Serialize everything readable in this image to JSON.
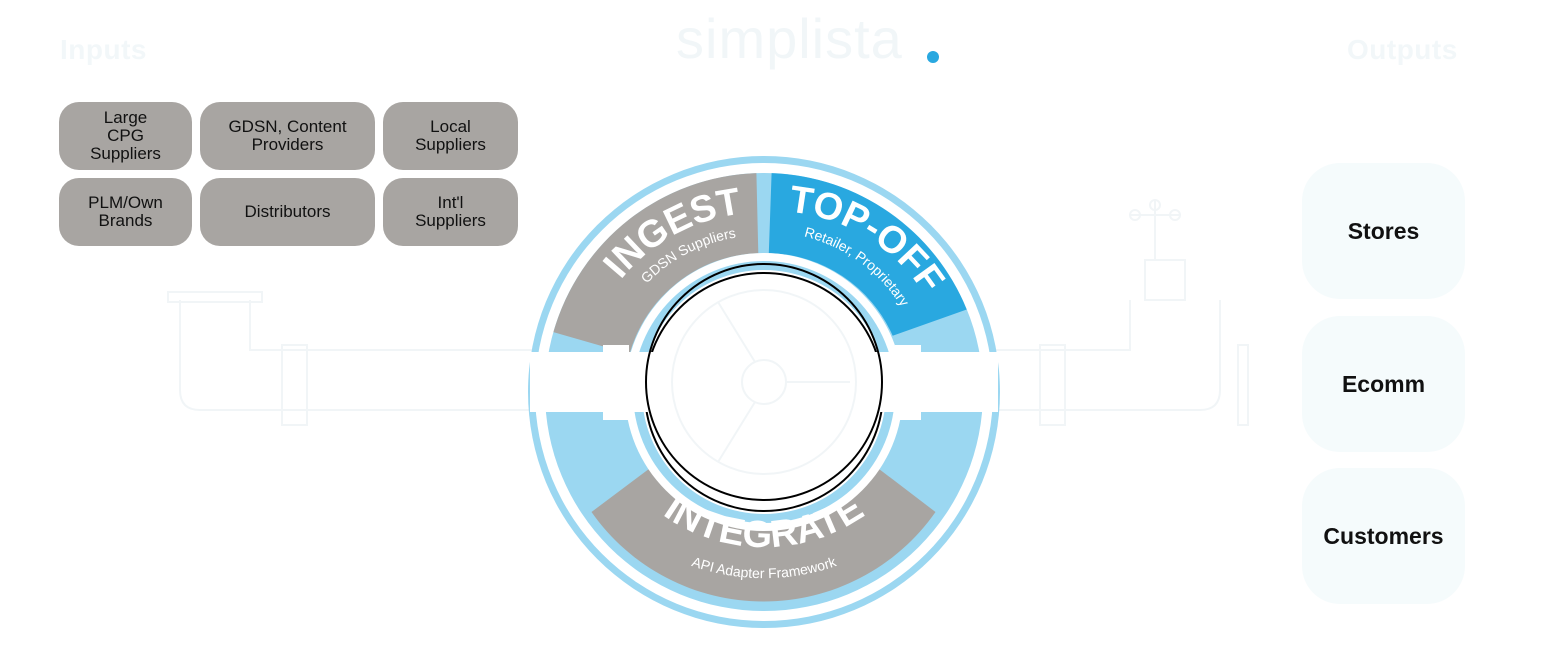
{
  "headings": {
    "inputs": "Inputs",
    "outputs": "Outputs"
  },
  "brand": {
    "name": "simplista",
    "dot_color": "#29a8e0"
  },
  "inputs": [
    {
      "label": "Large\nCPG\nSuppliers"
    },
    {
      "label": "GDSN, Content\nProviders"
    },
    {
      "label": "Local\nSuppliers"
    },
    {
      "label": "PLM/Own\nBrands"
    },
    {
      "label": "Distributors"
    },
    {
      "label": "Int'l\nSuppliers"
    }
  ],
  "wheel": {
    "ingest": {
      "title": "INGEST",
      "subtitle": "GDSN Suppliers"
    },
    "topoff": {
      "title": "TOP-OFF",
      "subtitle": "Retailer, Proprietary"
    },
    "integrate": {
      "title": "INTEGRATE",
      "subtitle": "API Adapter Framework"
    }
  },
  "outputs": [
    {
      "label": "Stores"
    },
    {
      "label": "Ecomm"
    },
    {
      "label": "Customers"
    }
  ],
  "colors": {
    "gray_segment": "#a8a5a2",
    "blue_segment": "#29a8e0",
    "light_blue": "#9bd7f1",
    "ghost": "#f1f5f7"
  }
}
